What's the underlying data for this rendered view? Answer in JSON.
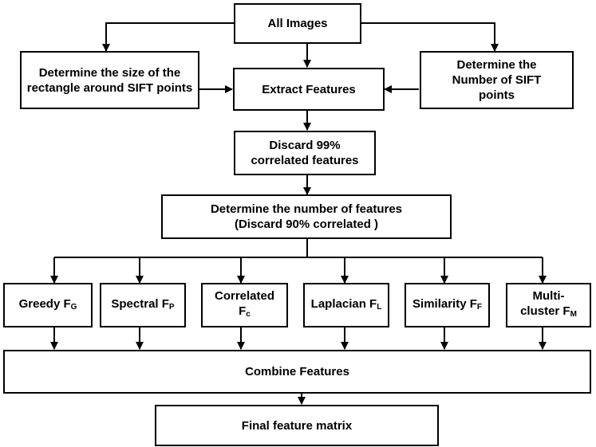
{
  "nodes": {
    "all_images": "All Images",
    "determine_size": "Determine the size of the rectangle around SIFT points",
    "extract_features": "Extract Features",
    "determine_number_sift": "Determine the Number of SIFT points",
    "discard_99": "Discard 99% correlated features",
    "determine_num_features_line1": "Determine the number of features",
    "determine_num_features_line2": "(Discard 90% correlated )",
    "methods": [
      {
        "name": "Greedy F",
        "sub": "G"
      },
      {
        "name": "Spectral F",
        "sub": "P"
      },
      {
        "name": "Correlated F",
        "sub": "c"
      },
      {
        "name": "Laplacian F",
        "sub": "L"
      },
      {
        "name": "Similarity F",
        "sub": "F"
      },
      {
        "name": "Multi-cluster F",
        "sub": "M"
      }
    ],
    "combine_features": "Combine Features",
    "final_matrix": "Final feature matrix"
  }
}
